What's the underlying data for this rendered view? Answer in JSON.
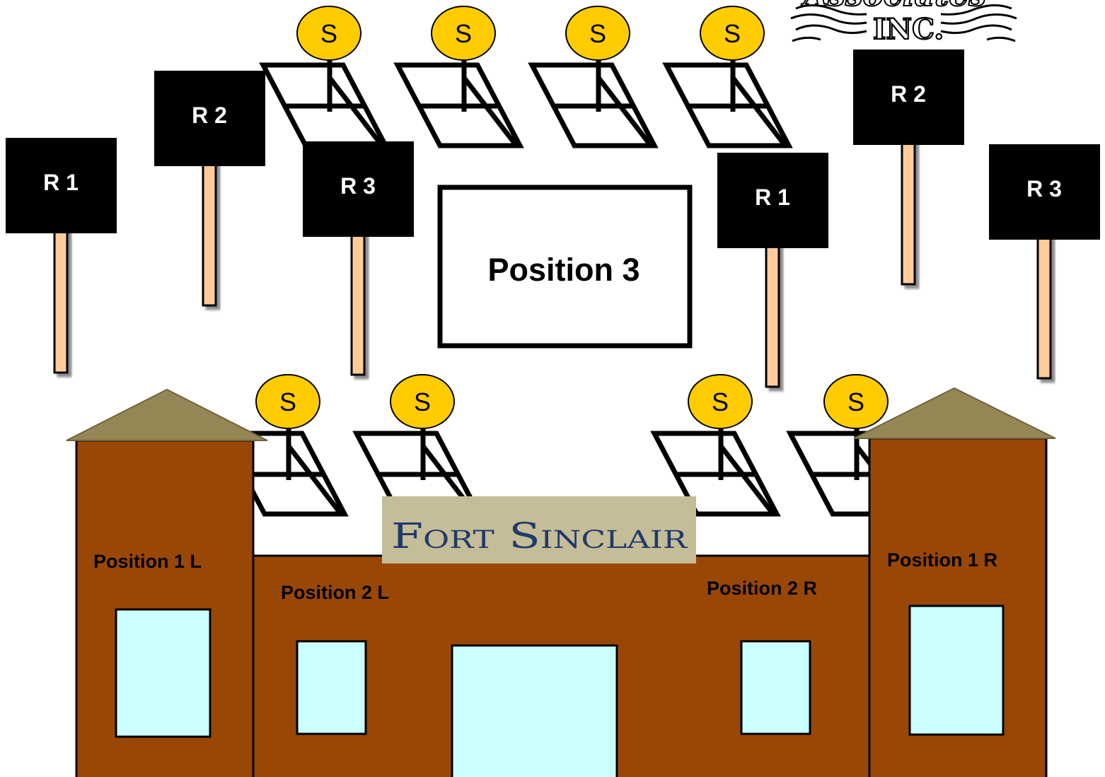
{
  "logo": {
    "partial_text": "Associates",
    "suffix": "INC."
  },
  "stands": {
    "shooter_label": "S",
    "top_row_count": 4,
    "bottom_left_count": 2,
    "bottom_right_count": 2
  },
  "range_signs": {
    "left": [
      "R 1",
      "R 2",
      "R 3"
    ],
    "right": [
      "R 1",
      "R 2",
      "R 3"
    ]
  },
  "center_box": {
    "label": "Position 3"
  },
  "fort": {
    "sign_text": "Fort Sinclair",
    "positions": {
      "p1_left": "Position 1 L",
      "p2_left": "Position 2 L",
      "p2_right": "Position 2 R",
      "p1_right": "Position 1 R"
    }
  },
  "colors": {
    "sign_bg": "#000000",
    "sign_text": "#ffffff",
    "pole": "#ffcc99",
    "shooter_head": "#ffcc00",
    "fort_wall": "#994707",
    "roof": "#958755",
    "window": "#ccffff",
    "fort_sign_bg": "#c4bd97",
    "fort_sign_text": "#1f3a6b"
  }
}
